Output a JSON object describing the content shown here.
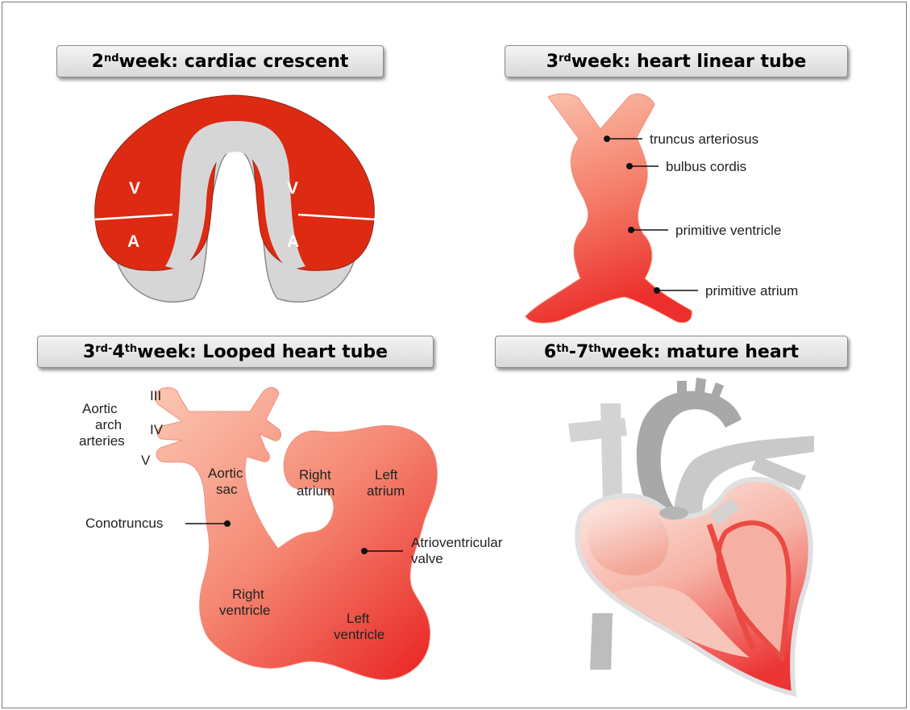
{
  "panels": [
    {
      "base": "2",
      "sup": "nd",
      "rest": " week: cardiac crescent"
    },
    {
      "base": "3",
      "sup": "rd",
      "rest": " week: heart linear tube"
    },
    {
      "base": "3",
      "sup": "rd-",
      "base2": "4",
      "sup2": "th",
      "rest": " week: Looped heart tube"
    },
    {
      "base": "6",
      "sup": "th",
      "mid": "-7",
      "sup2": "th",
      "rest": " week: mature heart"
    }
  ],
  "crescent": {
    "v_left": "V",
    "v_right": "V",
    "a_left": "A",
    "a_right": "A"
  },
  "linear_tube": {
    "truncus": "truncus arteriosus",
    "bulbus": "bulbus cordis",
    "ventricle": "primitive ventricle",
    "atrium": "primitive atrium"
  },
  "looped": {
    "arch_iii": "III",
    "arch_iv": "IV",
    "arch_v": "V",
    "aortic_arch_1": "Aortic",
    "aortic_arch_2": "arch",
    "aortic_arch_3": "arteries",
    "aortic_sac_1": "Aortic",
    "aortic_sac_2": "sac",
    "conotruncus": "Conotruncus",
    "right_atrium_1": "Right",
    "right_atrium_2": "atrium",
    "left_atrium_1": "Left",
    "left_atrium_2": "atrium",
    "av_valve_1": "Atrioventricular",
    "av_valve_2": "valve",
    "right_ventricle_1": "Right",
    "right_ventricle_2": "ventricle",
    "left_ventricle_1": "Left",
    "left_ventricle_2": "ventricle"
  },
  "colors": {
    "red": "#dd2a12",
    "gray": "#d3d3d3",
    "tube_light": "#f9b9a3",
    "tube_dark": "#ee3b36"
  }
}
